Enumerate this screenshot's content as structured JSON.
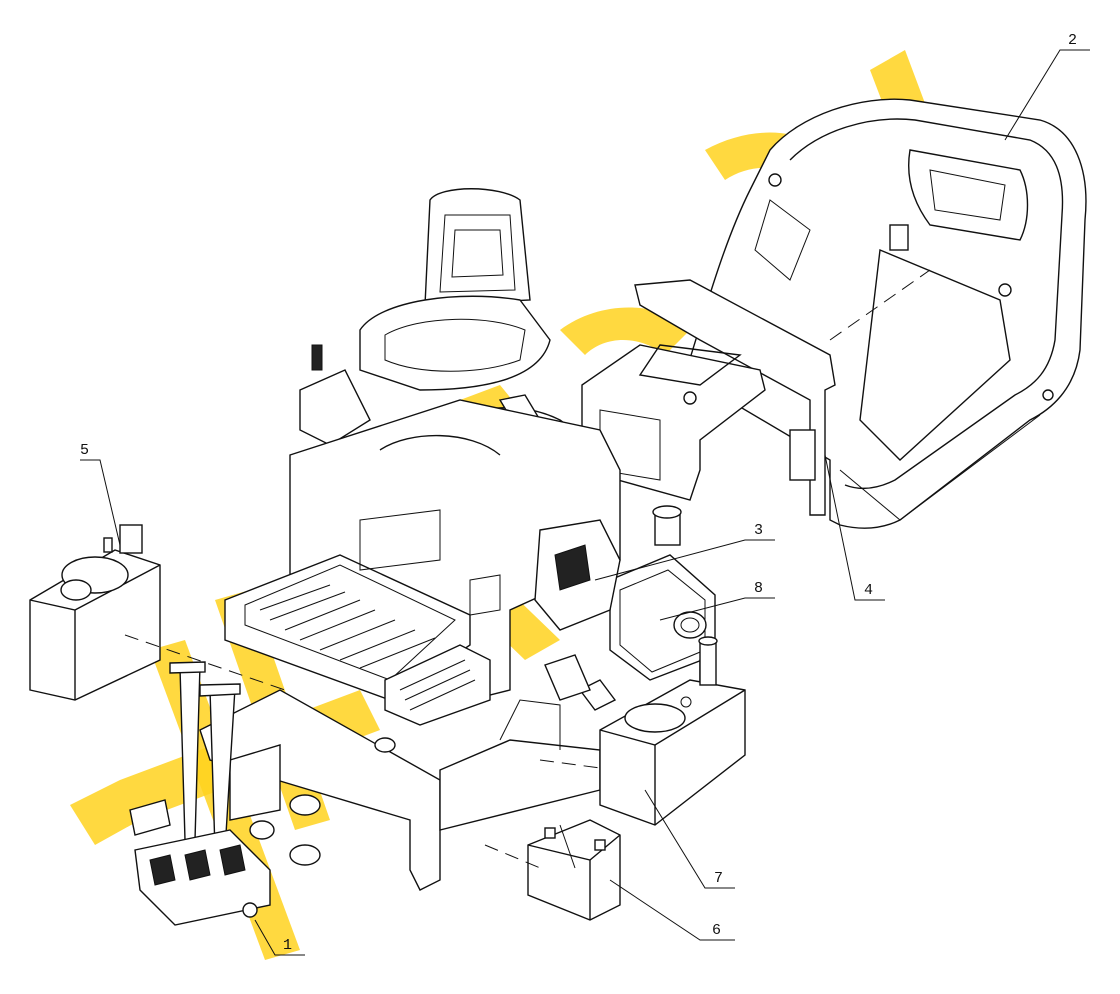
{
  "diagram": {
    "callouts": [
      {
        "id": "1",
        "label": "1"
      },
      {
        "id": "2",
        "label": "2"
      },
      {
        "id": "3",
        "label": "3"
      },
      {
        "id": "4",
        "label": "4"
      },
      {
        "id": "5",
        "label": "5"
      },
      {
        "id": "6",
        "label": "6"
      },
      {
        "id": "7",
        "label": "7"
      },
      {
        "id": "8",
        "label": "8"
      }
    ],
    "watermark_color": "#ffd21f",
    "line_color": "#111111"
  }
}
